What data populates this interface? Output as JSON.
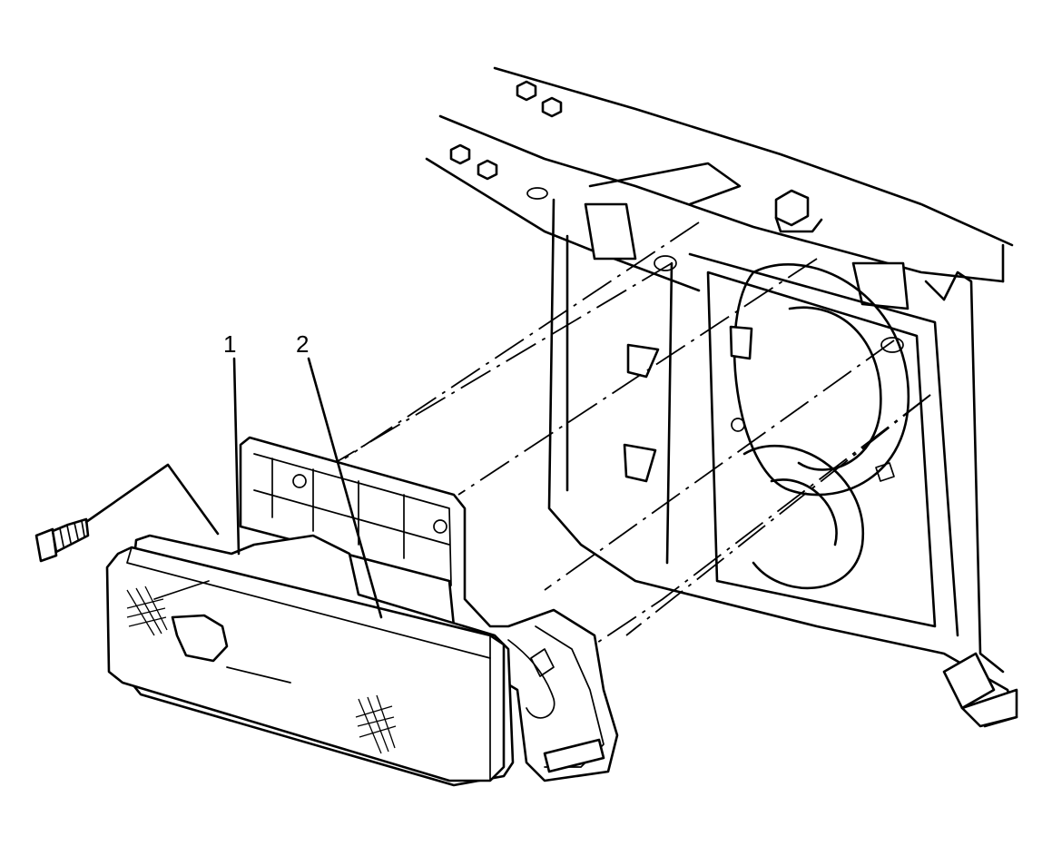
{
  "diagram": {
    "callouts": [
      {
        "id": "1",
        "label": "1"
      },
      {
        "id": "2",
        "label": "2"
      }
    ],
    "icons": [
      "headlamp-assembly",
      "mounting-bracket",
      "radiator-support",
      "screw-icon"
    ]
  }
}
